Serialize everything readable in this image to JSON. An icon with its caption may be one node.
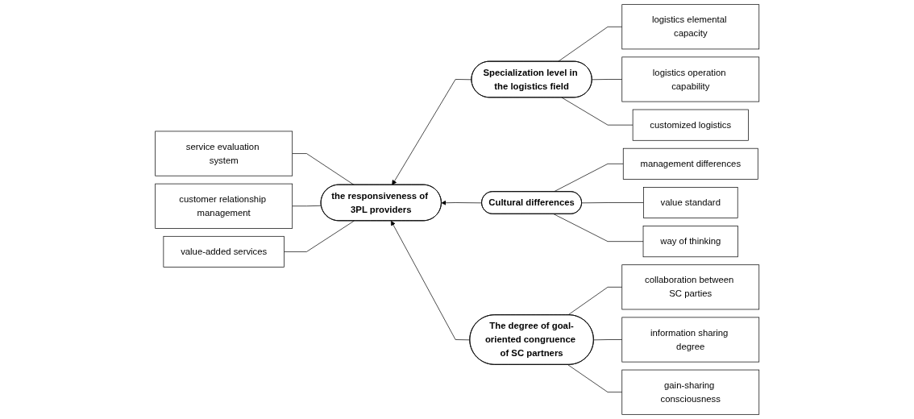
{
  "diagram": {
    "nodes": [
      {
        "text": [
          "the responsiveness of 3PL providers"
        ]
      },
      {
        "text": [
          "service evaluation system"
        ]
      },
      {
        "text": [
          "customer relationship management"
        ]
      },
      {
        "text": [
          "value-added services"
        ]
      },
      {
        "text": [
          "Specialization level in the logistics field"
        ]
      },
      {
        "text": [
          "logistics elemental capacity"
        ]
      },
      {
        "text": [
          "logistics operation capability"
        ]
      },
      {
        "text": [
          "customized logistics"
        ]
      },
      {
        "text": [
          "Cultural differences"
        ]
      },
      {
        "text": [
          "management differences"
        ]
      },
      {
        "text": [
          "value standard"
        ]
      },
      {
        "text": [
          "way of thinking"
        ]
      },
      {
        "text": [
          "The degree of goal-oriented congruence of SC partners"
        ]
      },
      {
        "text": [
          "collaboration between SC parties"
        ]
      },
      {
        "text": [
          "information sharing degree"
        ]
      },
      {
        "text": [
          "gain-sharing consciousness"
        ]
      }
    ],
    "edges": [
      {
        "from": 0,
        "to": 1,
        "arrow": "none"
      },
      {
        "from": 0,
        "to": 2,
        "arrow": "none"
      },
      {
        "from": 0,
        "to": 3,
        "arrow": "none"
      },
      {
        "from": 4,
        "to": 0,
        "arrow": "to"
      },
      {
        "from": 5,
        "to": 4,
        "arrow": "none"
      },
      {
        "from": 6,
        "to": 4,
        "arrow": "none"
      },
      {
        "from": 7,
        "to": 4,
        "arrow": "none"
      },
      {
        "from": 8,
        "to": 0,
        "arrow": "to"
      },
      {
        "from": 9,
        "to": 8,
        "arrow": "none"
      },
      {
        "from": 10,
        "to": 8,
        "arrow": "none"
      },
      {
        "from": 11,
        "to": 8,
        "arrow": "none"
      },
      {
        "from": 12,
        "to": 0,
        "arrow": "to"
      },
      {
        "from": 13,
        "to": 12,
        "arrow": "none"
      },
      {
        "from": 14,
        "to": 12,
        "arrow": "none"
      },
      {
        "from": 15,
        "to": 12,
        "arrow": "none"
      }
    ]
  }
}
